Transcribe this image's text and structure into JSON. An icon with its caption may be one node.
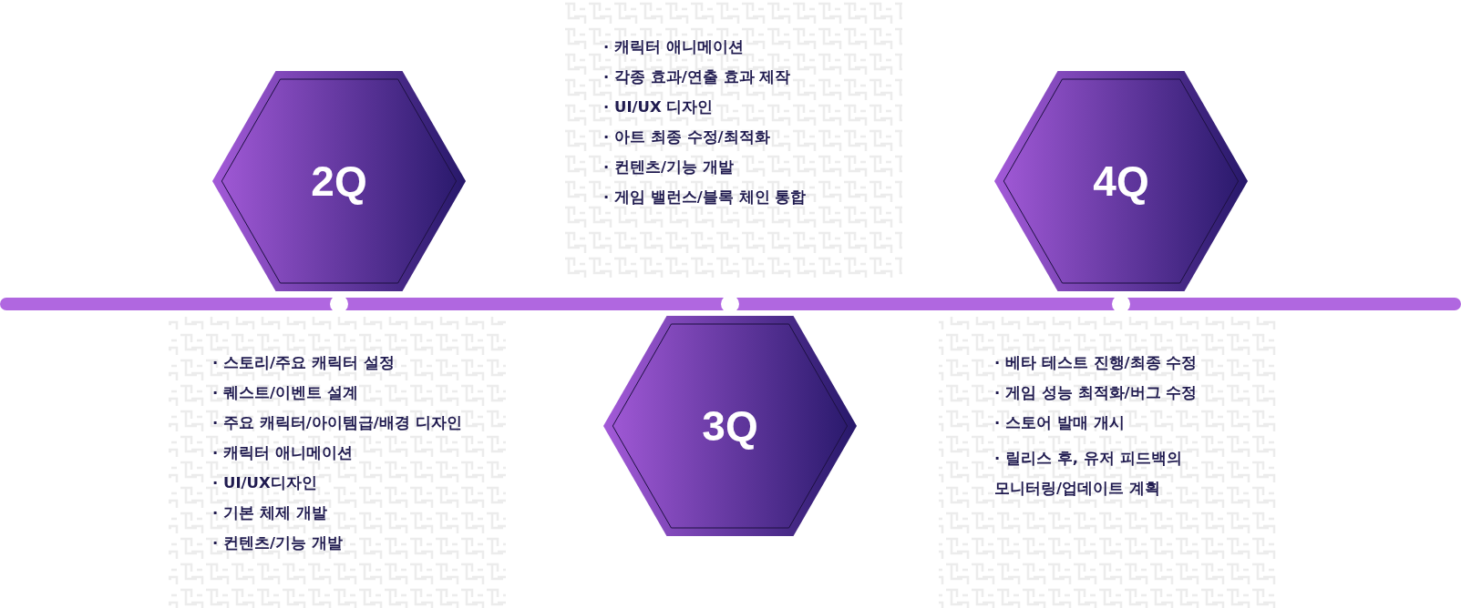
{
  "diagram": {
    "nodes": [
      {
        "text": [
          "2Q"
        ],
        "beside": [
          "· 스토리/주요 캐릭터 설정",
          "· 퀘스트/이벤트 설계",
          "· 주요 캐릭터/아이템급/배경 디자인",
          "· 캐릭터 애니메이션",
          "· UI/UX디자인",
          "· 기본 체제 개발",
          "· 컨텐츠/기능 개발"
        ]
      },
      {
        "text": [
          "3Q"
        ],
        "beside": [
          "· 캐릭터 애니메이션",
          "· 각종 효과/연출 효과 제작",
          "· UI/UX 디자인",
          "· 아트 최종 수정/최적화",
          "· 컨텐츠/기능 개발",
          "· 게임 밸런스/블록 체인 통합"
        ]
      },
      {
        "text": [
          "4Q"
        ],
        "beside": [
          "· 베타 테스트 진행/최종 수정",
          "· 게임 성능 최적화/버그 수정",
          "· 스토어 발매 개시",
          "· 릴리스 후, 유저 피드백의 모니터링/업데이트 계획"
        ]
      }
    ],
    "edges": []
  }
}
